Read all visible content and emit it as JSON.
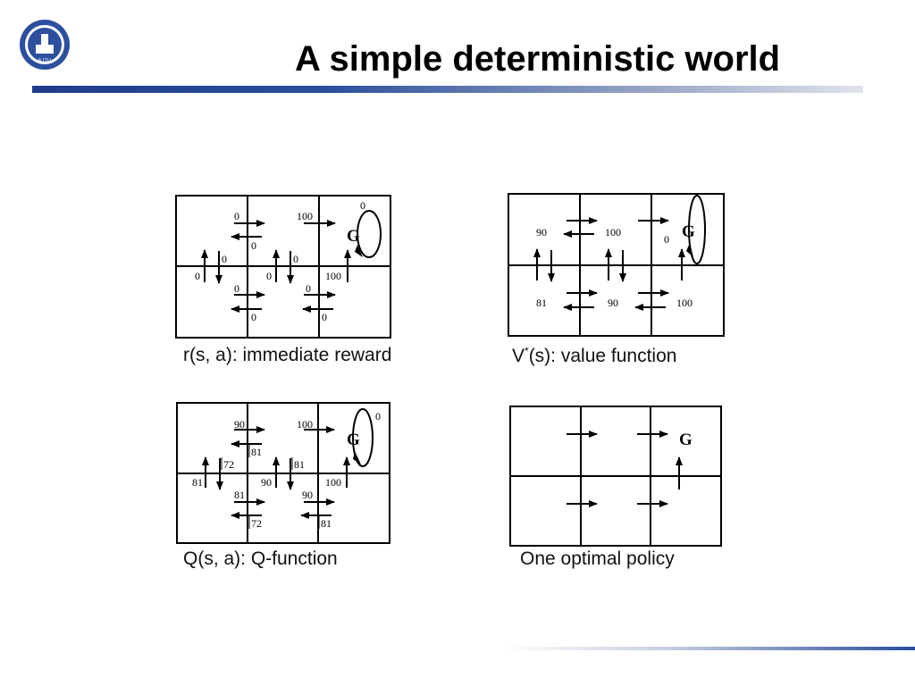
{
  "slide": {
    "title": "A simple deterministic world",
    "logo_text": "SJTU"
  },
  "figures": {
    "reward": {
      "caption": "r(s, a): immediate reward",
      "goal": "G",
      "labels": [
        "0",
        "100",
        "0",
        "0",
        "0",
        "0",
        "0",
        "100",
        "0",
        "0",
        "0",
        "0",
        "0"
      ]
    },
    "value": {
      "caption_prefix": "V",
      "caption_sup": "*",
      "caption_suffix": "(s): value function",
      "goal": "G",
      "labels": [
        "90",
        "100",
        "0",
        "81",
        "90",
        "100"
      ]
    },
    "qfunc": {
      "caption": "Q(s, a): Q-function",
      "goal": "G",
      "labels": [
        "90",
        "81",
        "100",
        "0",
        "72",
        "81",
        "81",
        "90",
        "81",
        "90",
        "100",
        "72",
        "81"
      ]
    },
    "policy": {
      "caption": "One optimal policy",
      "goal": "G"
    }
  },
  "colors": {
    "bar_dark": "#1f3d8a",
    "bar_light": "#dfe3ec",
    "logo": "#2c4f9e"
  }
}
